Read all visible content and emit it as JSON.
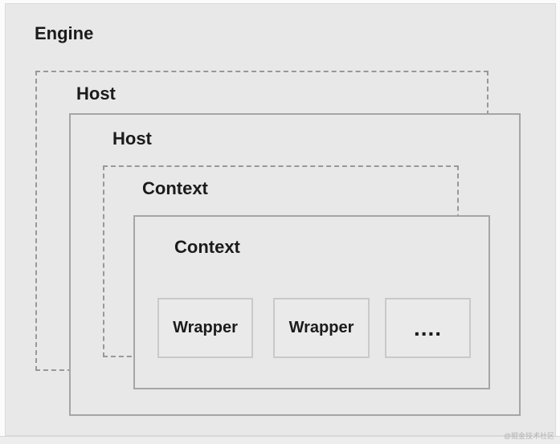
{
  "diagram": {
    "engine_label": "Engine",
    "host_outer_label": "Host",
    "host_inner_label": "Host",
    "context_outer_label": "Context",
    "context_inner_label": "Context",
    "wrappers": [
      {
        "label": "Wrapper"
      },
      {
        "label": "Wrapper"
      },
      {
        "label": "...."
      }
    ]
  },
  "watermark": "@掘金技术社区",
  "colors": {
    "panel_background": "#e8e8e8",
    "solid_border": "#a5a5a5",
    "dashed_border": "#989898",
    "wrapper_border": "#c9c9c9",
    "text": "#1b1b1b",
    "watermark_text": "#b3b3b3"
  }
}
